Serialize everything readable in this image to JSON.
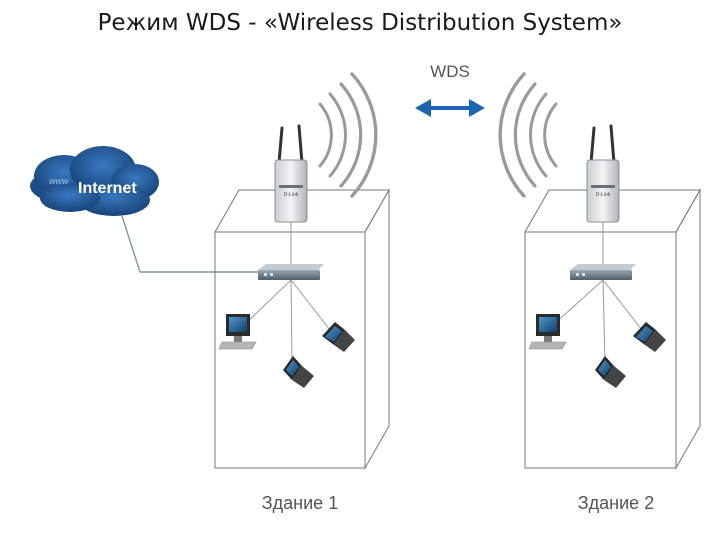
{
  "title": "Режим WDS - «Wireless Distribution System»",
  "wds_label": "WDS",
  "internet": {
    "label": "Internet",
    "prefix": "www"
  },
  "ap_brand": "D-Link",
  "buildings": [
    {
      "label": "Здание 1"
    },
    {
      "label": "Здание 2"
    }
  ],
  "colors": {
    "arrow": "#1e63b4",
    "cloud": "#1f5596",
    "waves": "#9a9a9a",
    "text_gray": "#555555",
    "cable": "#7a96a8"
  }
}
